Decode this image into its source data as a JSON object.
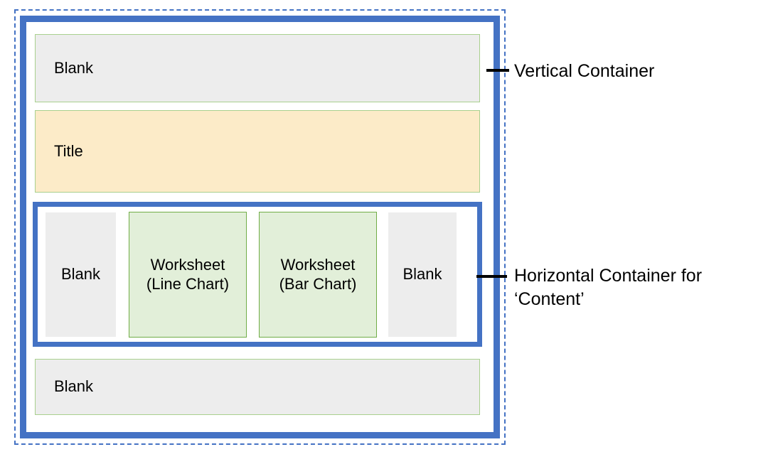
{
  "diagram": {
    "root": {
      "name": "root-dashed-boundary",
      "border_color": "#4472C4",
      "border_style": "dashed"
    },
    "vertical_container": {
      "band_color": "#4472C4",
      "rows": [
        {
          "id": "row-blank-top",
          "label": "Blank",
          "fill": "#EDEDED",
          "border": "#A9D08E"
        },
        {
          "id": "row-title",
          "label": "Title",
          "fill": "#FCEBC8",
          "border": "#A9D08E"
        },
        {
          "id": "row-blank-bottom",
          "label": "Blank",
          "fill": "#EDEDED",
          "border": "#A9D08E"
        }
      ]
    },
    "content_container": {
      "band_color": "#4472C4",
      "cells": [
        {
          "id": "cell-blank-left",
          "label": "Blank",
          "fill": "#EDEDED",
          "border": "none"
        },
        {
          "id": "cell-worksheet-line",
          "label": "Worksheet\n(Line Chart)",
          "fill": "#E2EFD9",
          "border": "#70AD47"
        },
        {
          "id": "cell-worksheet-bar",
          "label": "Worksheet\n(Bar Chart)",
          "fill": "#E2EFD9",
          "border": "#70AD47"
        },
        {
          "id": "cell-blank-right",
          "label": "Blank",
          "fill": "#EDEDED",
          "border": "none"
        }
      ]
    },
    "annotations": [
      {
        "id": "annotation-vertical",
        "text": "Vertical Container"
      },
      {
        "id": "annotation-horizontal",
        "text": "Horizontal Container for\n‘Content’"
      }
    ]
  }
}
